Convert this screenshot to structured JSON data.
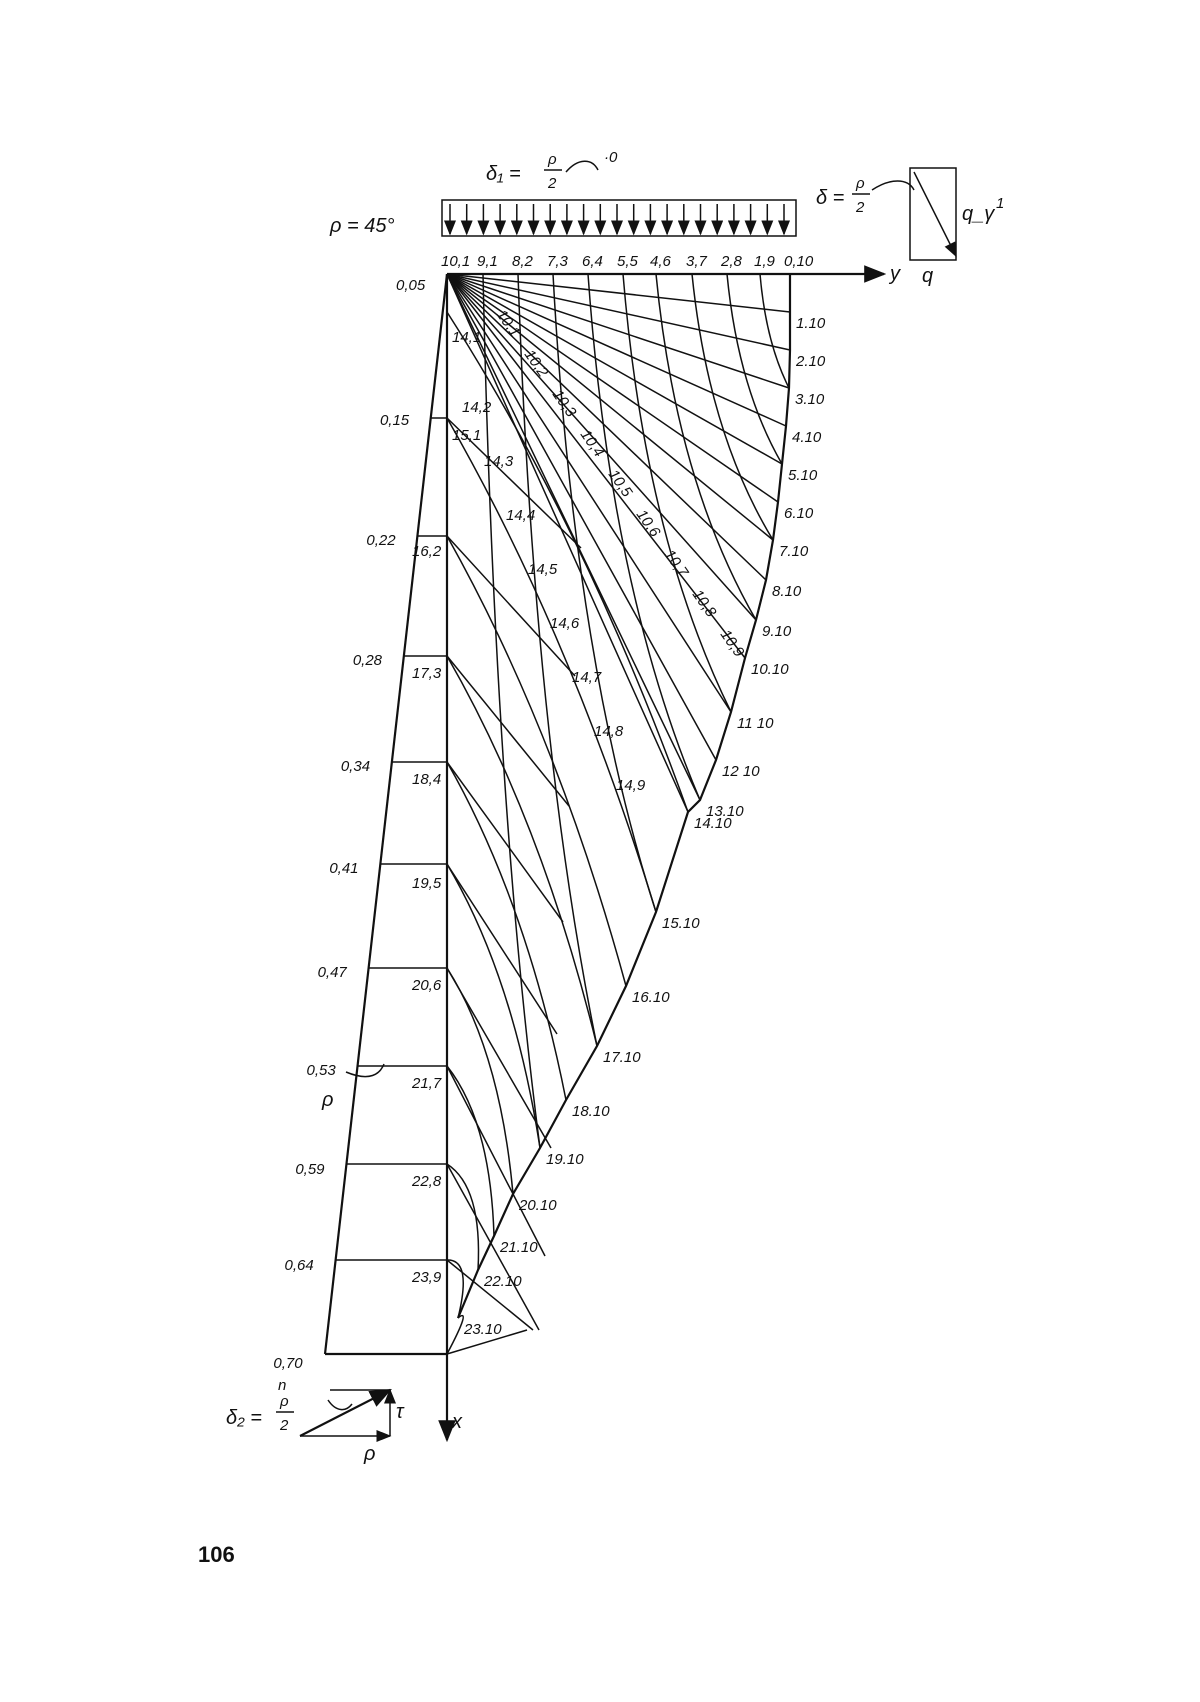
{
  "page_number": "106",
  "angle_label": "ρ = 45°",
  "delta1_label": "δ₁ =",
  "delta_label": "δ =",
  "delta2_label": "δ₂ =",
  "rho_over_2": {
    "num": "ρ",
    "den": "2"
  },
  "top_small": "·0",
  "q_gamma_label": "q_γ",
  "q_gamma_sup": "1",
  "q_label": "q",
  "axis_y_label": "y",
  "axis_x_label": "x",
  "n_label": "n",
  "tau_label": "τ",
  "rho_symbol": "ρ",
  "top_labels": [
    "10,1",
    "9,1",
    "8,2",
    "7,3",
    "6,4",
    "5,5",
    "4,6",
    "3,7",
    "2,8",
    "1,9",
    "0,10"
  ],
  "corner_label": "0,05",
  "left_scale_labels": [
    "0,15",
    "0,22",
    "0,28",
    "0,34",
    "0,41",
    "0,47",
    "0,53",
    "0,59",
    "0,64",
    "0,70"
  ],
  "vertical_labels": [
    "14,1",
    "15,1",
    "16,2",
    "17,3",
    "18,4",
    "19,5",
    "20,6",
    "21,7",
    "22,8",
    "23,9"
  ],
  "fan_labels": [
    "10,1",
    "10,2",
    "10,3",
    "10,4",
    "10,5",
    "10,6",
    "10,7",
    "10,8",
    "10,9"
  ],
  "inner_labels": [
    "14,2",
    "14,3",
    "14,4",
    "14,5",
    "14,6",
    "14,7",
    "14,8",
    "14,9"
  ],
  "right_labels": [
    "1.10",
    "2.10",
    "3.10",
    "4.10",
    "5.10",
    "6.10",
    "7.10",
    "8.10",
    "9.10",
    "10.10",
    "11 10",
    "12 10",
    "13.10",
    "14.10",
    "15.10",
    "16.10",
    "17.10",
    "18.10",
    "19.10",
    "20.10",
    "21.10",
    "22.10",
    "23.10"
  ]
}
